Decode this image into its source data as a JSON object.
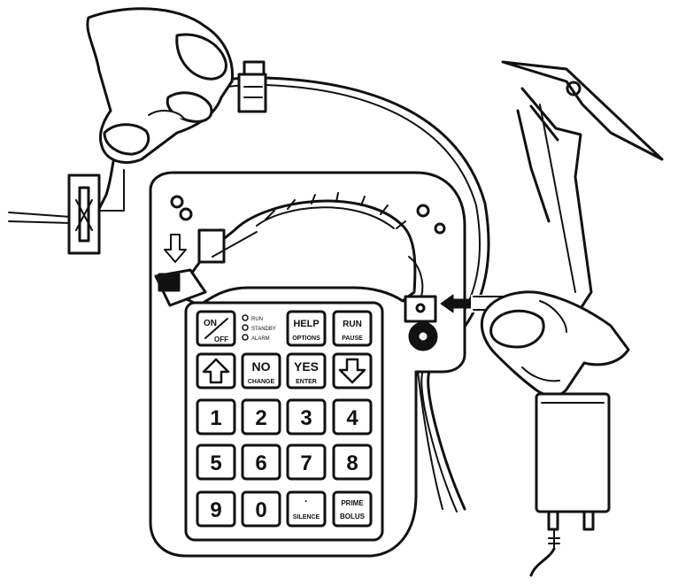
{
  "keypad": {
    "indicators": [
      "RUN",
      "STANDBY",
      "ALARM"
    ],
    "on_off": {
      "top": "ON",
      "bottom": "OFF"
    },
    "help": {
      "top": "HELP",
      "bottom": "OPTIONS"
    },
    "run": {
      "top": "RUN",
      "bottom": "PAUSE"
    },
    "no": {
      "top": "NO",
      "bottom": "CHANGE"
    },
    "yes": {
      "top": "YES",
      "bottom": "ENTER"
    },
    "digits": [
      "1",
      "2",
      "3",
      "4",
      "5",
      "6",
      "7",
      "8",
      "9",
      "0"
    ],
    "silence": {
      "top": "·",
      "bottom": "SILENCE"
    },
    "prime": {
      "top": "PRIME",
      "bottom": "BOLUS"
    }
  },
  "icons": {
    "up": "up-arrow-icon",
    "down": "down-arrow-icon",
    "load_direction": "down-arrow-icon",
    "insert_direction": "left-arrow-icon"
  },
  "colors": {
    "line": "#111111",
    "fill": "#ffffff"
  }
}
